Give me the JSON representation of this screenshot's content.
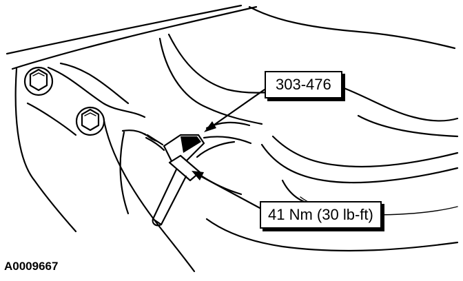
{
  "figure": {
    "id_label": "A0009667"
  },
  "callouts": {
    "tool_number": "303-476",
    "torque_spec": "41 Nm (30 lb-ft)"
  },
  "colors": {
    "line": "#000000",
    "background": "#ffffff"
  },
  "icons": [
    "hex-bolt-icon",
    "arrow-icon"
  ]
}
